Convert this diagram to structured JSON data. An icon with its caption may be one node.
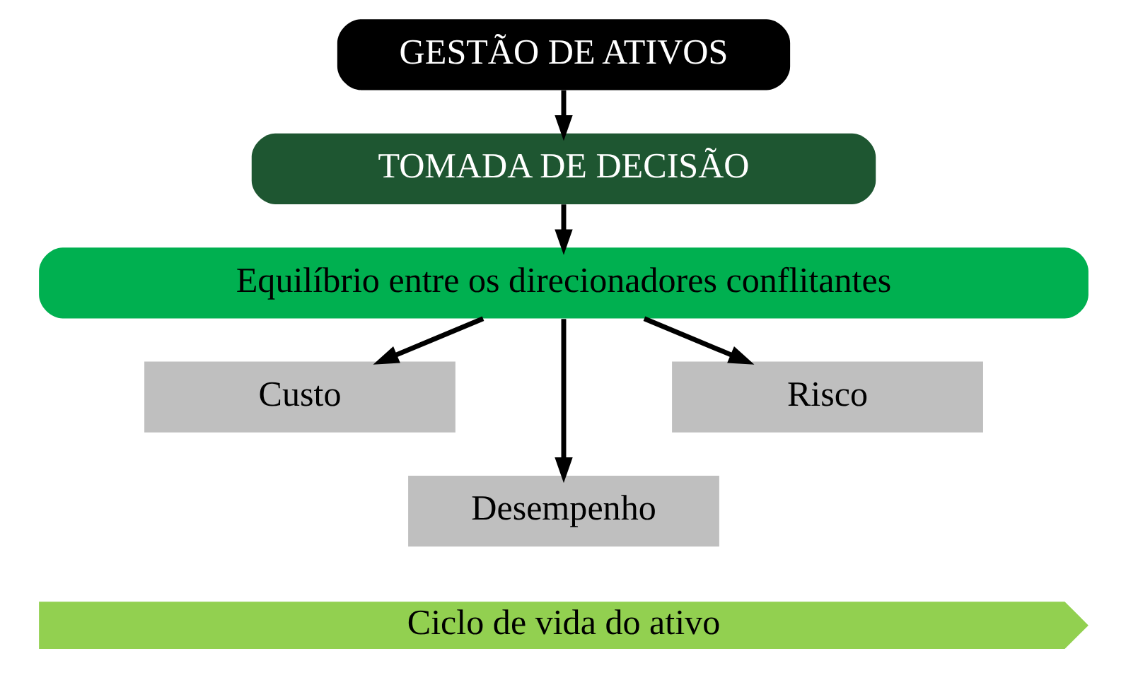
{
  "diagram": {
    "nodes": [
      {
        "text": [
          "GESTÃO DE ATIVOS"
        ]
      },
      {
        "text": [
          "TOMADA DE DECISÃO"
        ]
      },
      {
        "text": [
          "Equilíbrio entre os direcionadores conflitantes"
        ]
      },
      {
        "text": [
          "Custo"
        ]
      },
      {
        "text": [
          "Desempenho"
        ]
      },
      {
        "text": [
          "Risco"
        ]
      },
      {
        "text": [
          "Ciclo de vida do ativo"
        ]
      }
    ],
    "edges": [
      {
        "from": 0,
        "to": 1,
        "arrow": "to"
      },
      {
        "from": 1,
        "to": 2,
        "arrow": "to"
      },
      {
        "from": 2,
        "to": 3,
        "arrow": "to"
      },
      {
        "from": 2,
        "to": 4,
        "arrow": "to"
      },
      {
        "from": 2,
        "to": 5,
        "arrow": "to"
      }
    ]
  }
}
